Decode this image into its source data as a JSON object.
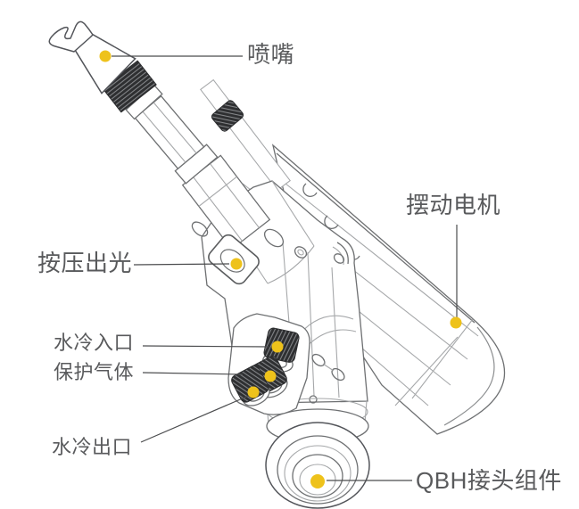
{
  "diagram": {
    "illustration": "handheld-laser-welding-gun",
    "labels": {
      "nozzle": "喷嘴",
      "swing_motor": "摆动电机",
      "trigger": "按压出光",
      "water_inlet": "水冷入口",
      "shield_gas": "保护气体",
      "water_outlet": "水冷出口",
      "qbh": "QBH接头组件"
    },
    "theme": {
      "marker_color": "#eec21b",
      "label_color": "#595a5c",
      "leader_color": "#4b4c4e",
      "art_stroke": "#6e7072",
      "art_stroke_light": "#a6a8aa",
      "knurl_fill": "#2e2f31",
      "background": "#ffffff"
    }
  }
}
